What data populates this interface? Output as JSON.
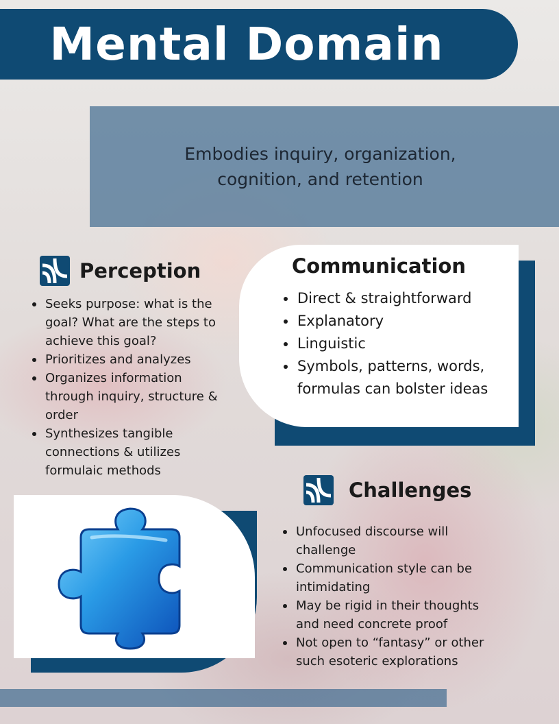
{
  "title": "Mental Domain",
  "tagline": "Embodies inquiry, organization, cognition, and retention",
  "perception": {
    "heading": "Perception",
    "icon": "logo-icon",
    "items": [
      "Seeks purpose: what is the goal? What are the steps to achieve this goal?",
      "Prioritizes and analyzes",
      "Organizes information through inquiry, structure & order",
      "Synthesizes tangible connections & utilizes formulaic methods"
    ]
  },
  "communication": {
    "heading": "Communication",
    "items": [
      "Direct & straightforward",
      "Explanatory",
      "Linguistic",
      "Symbols, patterns, words, formulas can bolster ideas"
    ]
  },
  "challenges": {
    "heading": "Challenges",
    "icon": "logo-icon",
    "items": [
      "Unfocused discourse will challenge",
      "Communication style can be intimidating",
      "May be rigid in their thoughts and need concrete proof",
      "Not open to “fantasy” or other such esoteric explorations"
    ]
  },
  "image": {
    "icon": "puzzle-piece-icon"
  },
  "colors": {
    "navy": "#0f4a73",
    "slate_box": "#446e91"
  }
}
